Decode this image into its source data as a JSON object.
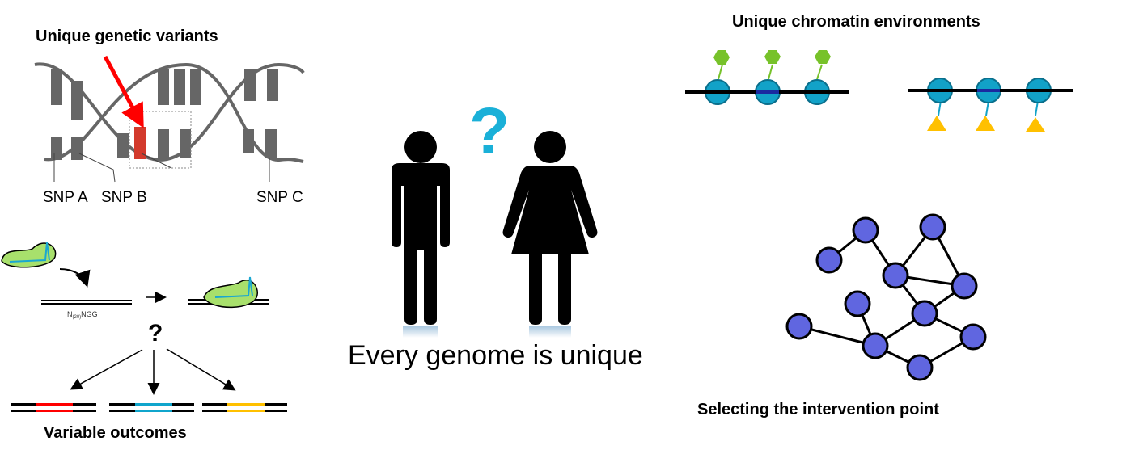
{
  "panels": {
    "variants": {
      "title": "Unique genetic variants",
      "snp_labels": [
        "SNP A",
        "SNP B",
        "SNP C"
      ]
    },
    "crispr": {
      "target_label_main": "N",
      "target_label_sub": "(20)",
      "target_label_end": "NGG",
      "question": "?",
      "outcome_title": "Variable outcomes"
    },
    "center": {
      "question": "?",
      "caption": "Every genome is unique"
    },
    "chromatin": {
      "title": "Unique chromatin environments"
    },
    "network": {
      "title": "Selecting the intervention point"
    }
  },
  "colors": {
    "helix": "#666666",
    "snp_highlight": "#d33a2c",
    "arrow": "#ff0000",
    "cas9": "#a8e06c",
    "guide": "#1aa7d1",
    "outcome_red": "#ff0000",
    "outcome_blue": "#10a5cc",
    "outcome_yellow": "#ffc000",
    "question_blue": "#1ab0d8",
    "nucleosome": "#12a2c8",
    "acetyl": "#77c22a",
    "methyl": "#ffc000",
    "node": "#6066e0"
  }
}
